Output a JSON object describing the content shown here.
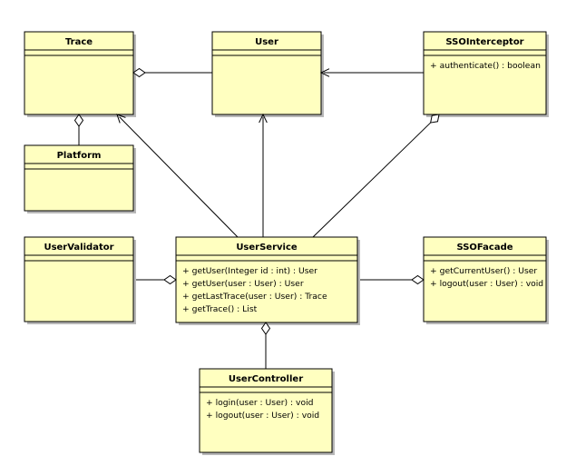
{
  "classes": {
    "trace": {
      "name": "Trace",
      "methods": []
    },
    "user": {
      "name": "User",
      "methods": []
    },
    "sso_interceptor": {
      "name": "SSOInterceptor",
      "methods": [
        "+ authenticate() : boolean"
      ]
    },
    "platform": {
      "name": "Platform",
      "methods": []
    },
    "user_validator": {
      "name": "UserValidator",
      "methods": []
    },
    "user_service": {
      "name": "UserService",
      "methods": [
        "+ getUser(Integer id : int) : User",
        "+ getUser(user : User) : User",
        "+ getLastTrace(user : User) : Trace",
        "+ getTrace() : List"
      ]
    },
    "sso_facade": {
      "name": "SSOFacade",
      "methods": [
        "+ getCurrentUser() : User",
        "+ logout(user : User) : void"
      ]
    },
    "user_controller": {
      "name": "UserController",
      "methods": [
        "+ login(user : User) : void",
        "+ logout(user : User) : void"
      ]
    }
  },
  "relations": [
    {
      "kind": "aggregation",
      "from": "user",
      "to": "trace"
    },
    {
      "kind": "association",
      "from": "sso_interceptor",
      "to": "user"
    },
    {
      "kind": "aggregation",
      "from": "platform",
      "to": "trace"
    },
    {
      "kind": "association",
      "from": "user_service",
      "to": "trace"
    },
    {
      "kind": "association",
      "from": "user_service",
      "to": "user"
    },
    {
      "kind": "aggregation",
      "from": "user_service",
      "to": "sso_interceptor"
    },
    {
      "kind": "aggregation",
      "from": "user_validator",
      "to": "user_service"
    },
    {
      "kind": "aggregation",
      "from": "user_service",
      "to": "sso_facade"
    },
    {
      "kind": "aggregation",
      "from": "user_controller",
      "to": "user_service"
    }
  ]
}
